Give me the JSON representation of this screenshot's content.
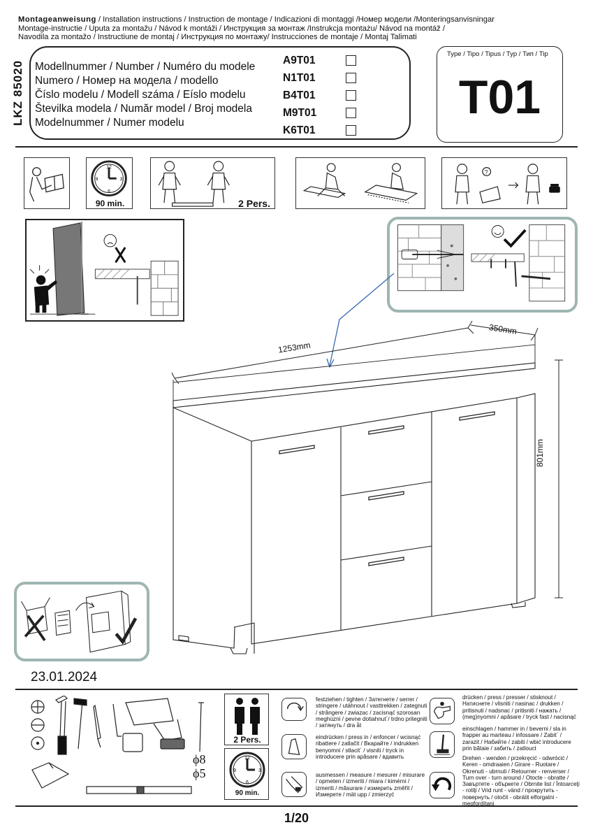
{
  "header": {
    "title_bold": "Montageanweisung",
    "line1_rest": " / Installation instructions / Instruction de montage / Indicazioni di montaggi /Номер модели /Monteringsanvisningar",
    "line2": " Montage-instructie / Uputa za montažu / Návod k montáži / Инструкция за монтаж /Instrukcja montażu/ Návod na montáž /",
    "line3": "Navodila za montažo / Instructiune de montaj / Инструкция по монтажу/ Instrucciones de montaje / Montaj Talimati"
  },
  "model": {
    "article_code": "LKZ 85020",
    "lines": [
      "Modellnummer / Number / Numéro du modele",
      "Numero /  Номер на модела / modello",
      "Číslo modelu / Modell száma / Eíslo modelu",
      "Številka modela / Număr model / Broj modela",
      "Modelnummer / Numer modelu"
    ],
    "codes": [
      "A9T01",
      "N1T01",
      "B4T01",
      "M9T01",
      "K6T01"
    ]
  },
  "type": {
    "label": "Type / Tipo / Tipus / Typ / Тип  / Tip",
    "value": "T01"
  },
  "pictograms": {
    "time": "90 min.",
    "persons": "2 Pers.",
    "clock_numbers": [
      "12",
      "3",
      "6",
      "9"
    ]
  },
  "dimensions": {
    "width": "1253mm",
    "depth": "350mm",
    "height": "801mm"
  },
  "date": "23.01.2024",
  "legend": {
    "persons": "2 Pers.",
    "time": "90 min.",
    "drill_sizes": [
      "ϕ8",
      "ϕ5"
    ],
    "tighten": "festziehen / tighten / Затегнете / serrer / stringere / utáhnout / vasttrekken / zategnuti / strângere / zwiazac / zacisnąć szorosan meghúzni / pevne dotiahnut´/ trdno pritegniti / затянуть / dra åt",
    "press_in": "eindrücken / press in / enfoncer / wcisnąć ribattere / zatlačit / Вкарайте / indrukken benyomni / stlacit´ / visniti / tryck in introducere prin apăsare / вдавить",
    "measure": "ausmessen / measure / mesurer / misurare / opmeten / izmeriti / miara / kimérni / izmeriti / măsurare / измерить změřit / Измерете / mät upp / zmierzyć",
    "press": "drücken / press / presser / stisknout / Натиснете / vlisniti / nasinac / drukken / pritisnuti / nadsnac / pritisniti / нажать / (meg)nyomni / apăsare / tryck fast / nacisnąć",
    "hammer_in": "einschlagen / hammer in / beverni / sla in frapper au marteau / infossare / Zabit´ / zarazit / Набийте / zabiti / wbić introducere prin bătaie / забить / zatlouct",
    "turn": "Drehen - wenden / przekręcić - odwrócić / Keren - omdraaien / Girare - Ruotare / Okrenuti - ubrnuti / Retourner - renverser / Turn over - turn around / Otocte - obratte / Завъртете - объркете / Obrnite list / Întoarceţi - rotiţi / Vrid runt - vänd / прокрутить - повернуть / otočit - obrátit elforgatni - megfordítani"
  },
  "page": "1/20"
}
